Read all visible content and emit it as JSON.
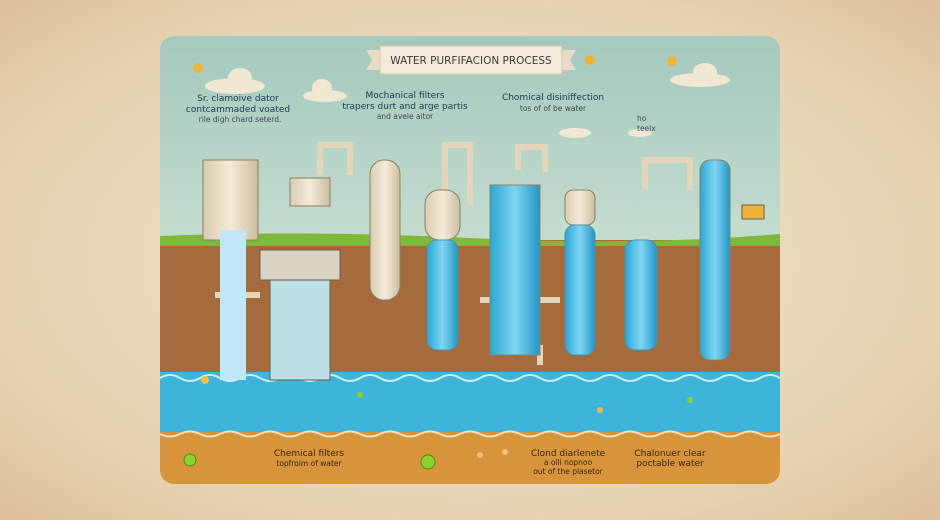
{
  "title": "WATER PURFIFACION PROCESS",
  "top_labels": [
    {
      "lines": [
        "Sr. clamoive dator",
        "contcammaded voated",
        "rile digh chard seterd."
      ]
    },
    {
      "lines": [
        "Mochanical filters",
        "trapers durt and arge partis",
        "and avele aitor"
      ]
    },
    {
      "lines": [
        "Chomical disiniffection",
        "tos of of be water"
      ]
    },
    {
      "lines": [
        "ho",
        "teelx"
      ]
    }
  ],
  "bottom_labels": [
    {
      "lines": [
        "Chemical filters",
        "topfroim of water"
      ]
    },
    {
      "lines": [
        "Clond diarlenete",
        "a olli nopnoo",
        "out of the plasetor"
      ]
    },
    {
      "lines": [
        "Chalonuer clear",
        "poctable water"
      ]
    }
  ],
  "colors": {
    "sky": "#a9cdc0",
    "soil": "#a56b3c",
    "water": "#3db4d8",
    "sand": "#d8943a",
    "grass": "#7fb83a",
    "pipe": "#e9dcc2"
  }
}
